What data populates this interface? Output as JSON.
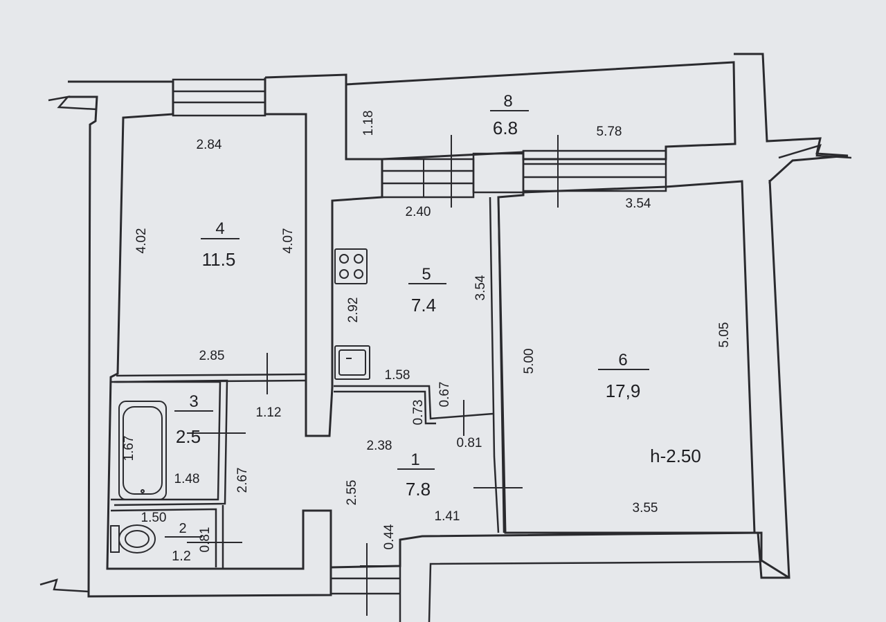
{
  "rooms": {
    "r1": {
      "number": "1",
      "area": "7.8"
    },
    "r2": {
      "number": "2",
      "area": "1.2"
    },
    "r3": {
      "number": "3",
      "area": "2.5"
    },
    "r4": {
      "number": "4",
      "area": "11.5"
    },
    "r5": {
      "number": "5",
      "area": "7.4"
    },
    "r6": {
      "number": "6",
      "area": "17,9"
    },
    "r8": {
      "number": "8",
      "area": "6.8"
    }
  },
  "ceiling_height": "h-2.50",
  "dims": {
    "r4_top": "2.84",
    "r4_left": "4.02",
    "r4_right": "4.07",
    "r4_bottom": "2.85",
    "r8_left": "1.18",
    "r8_top": "5.78",
    "r5_top": "2.40",
    "r5_left": "2.92",
    "r5_right": "3.54",
    "r5_bottom": "1.58",
    "r5_step_a": "0.73",
    "r5_step_b": "0.67",
    "r6_top": "3.54",
    "r6_left": "5.00",
    "r6_right": "5.05",
    "r6_bottom": "3.55",
    "r1_top": "2.38",
    "r1_door": "0.81",
    "r1_left": "2.55",
    "r1_bottom": "1.41",
    "r1_entry": "0.44",
    "hall_gap": "1.12",
    "r3_left": "1.67",
    "r3_bottom": "1.48",
    "r3_right": "2.67",
    "r2_top": "1.50",
    "r2_right": "0.81"
  }
}
